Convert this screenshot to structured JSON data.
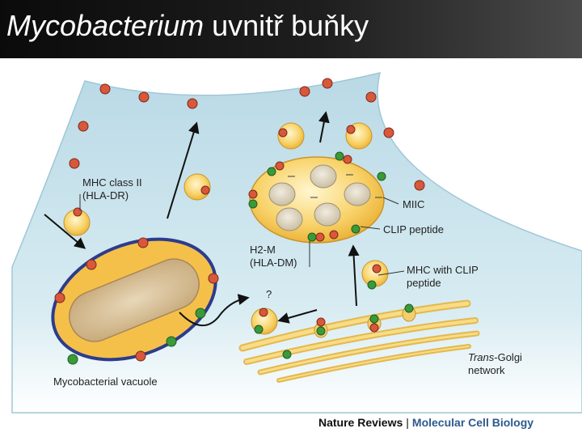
{
  "title": {
    "italic": "Mycobacterium",
    "rest": " uvnitř buňky"
  },
  "labels": {
    "mhc_class_ii_line1": "MHC class II",
    "mhc_class_ii_line2": "(HLA-DR)",
    "miic": "MIIC",
    "clip_peptide": "CLIP peptide",
    "h2m_line1": "H2-M",
    "h2m_line2": "(HLA-DM)",
    "question": "?",
    "mhc_clip_line1": "MHC with CLIP",
    "mhc_clip_line2": "peptide",
    "trans_golgi_italic": "Trans",
    "trans_golgi_rest": "-Golgi",
    "trans_golgi_line2": "network",
    "vacuole": "Mycobacterial vacuole"
  },
  "credit": {
    "publisher": "Nature Reviews",
    "separator": "|",
    "journal": "Molecular Cell Biology"
  },
  "colors": {
    "cell_fill": "#cfe6ee",
    "vesicle_fill": "#f6c64f",
    "vacuole_border": "#2c3c8c",
    "red_marker": "#d9573a",
    "green_marker": "#3a9a3a",
    "golgi": "#f2cf6e",
    "title_bg": "#111111"
  }
}
